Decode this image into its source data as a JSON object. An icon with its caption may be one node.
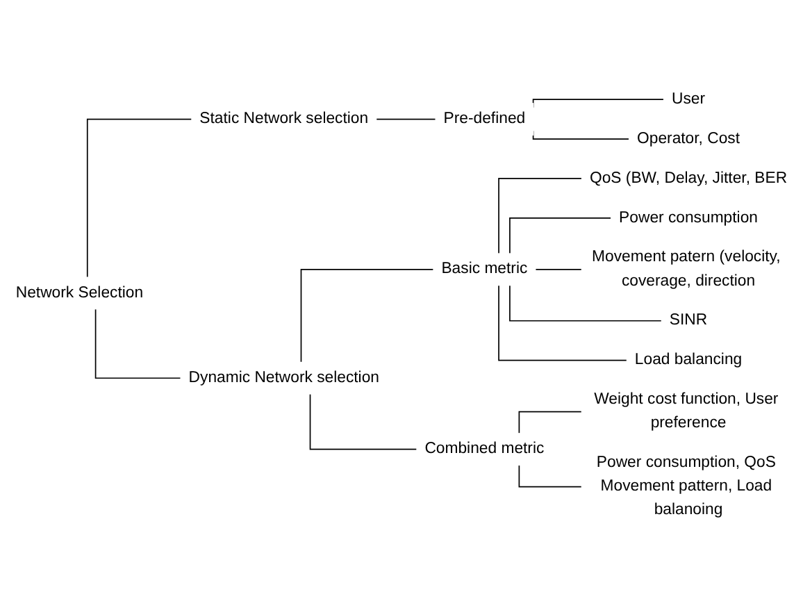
{
  "diagram": {
    "nodes": [
      {
        "text": [
          "Network Selection"
        ]
      },
      {
        "text": [
          "Static Network selection"
        ]
      },
      {
        "text": [
          "Pre-defined"
        ]
      },
      {
        "text": [
          "User"
        ]
      },
      {
        "text": [
          "Operator, Cost"
        ]
      },
      {
        "text": [
          "Dynamic Network selection"
        ]
      },
      {
        "text": [
          "Basic metric"
        ]
      },
      {
        "text": [
          "QoS (BW, Delay, Jitter, BER"
        ]
      },
      {
        "text": [
          "Power consumption"
        ]
      },
      {
        "text": [
          "Movement patern (velocity, coverage, direction"
        ]
      },
      {
        "text": [
          "SINR"
        ]
      },
      {
        "text": [
          "Load balancing"
        ]
      },
      {
        "text": [
          "Combined metric"
        ]
      },
      {
        "text": [
          "Weight cost function, User preference"
        ]
      },
      {
        "text": [
          "Power consumption, QoS Movement pattern, Load balanoing"
        ]
      }
    ],
    "edges": [
      {
        "from": 0,
        "to": 1,
        "arrow": "none"
      },
      {
        "from": 0,
        "to": 5,
        "arrow": "none"
      },
      {
        "from": 1,
        "to": 2,
        "arrow": "none"
      },
      {
        "from": 2,
        "to": 3,
        "arrow": "none"
      },
      {
        "from": 2,
        "to": 4,
        "arrow": "none"
      },
      {
        "from": 5,
        "to": 6,
        "arrow": "none"
      },
      {
        "from": 5,
        "to": 12,
        "arrow": "none"
      },
      {
        "from": 6,
        "to": 7,
        "arrow": "none"
      },
      {
        "from": 6,
        "to": 8,
        "arrow": "none"
      },
      {
        "from": 6,
        "to": 9,
        "arrow": "none"
      },
      {
        "from": 6,
        "to": 10,
        "arrow": "none"
      },
      {
        "from": 6,
        "to": 11,
        "arrow": "none"
      },
      {
        "from": 12,
        "to": 13,
        "arrow": "none"
      },
      {
        "from": 12,
        "to": 14,
        "arrow": "none"
      }
    ]
  }
}
